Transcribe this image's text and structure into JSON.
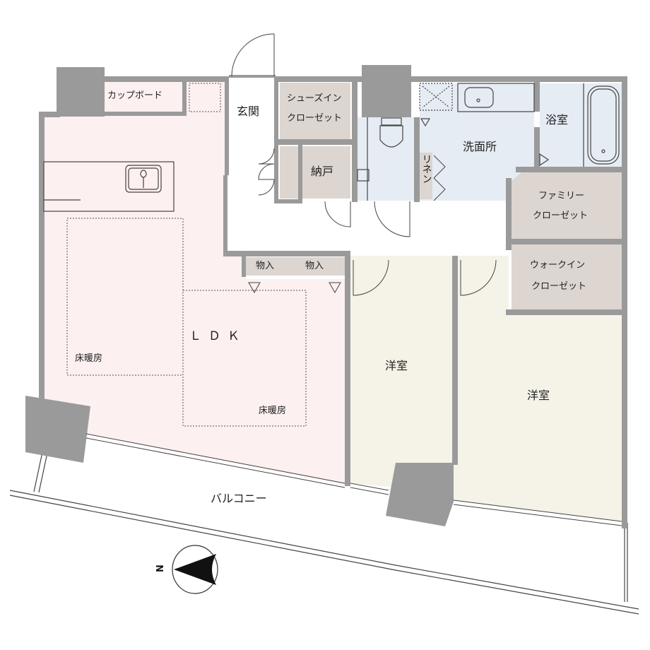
{
  "plan": {
    "colors": {
      "wall": "#9a9a9a",
      "ldk_floor": "#fdf0f0",
      "western_room_floor": "#f5f3e8",
      "wet_area_floor": "#e6ecf3",
      "closet_floor": "#dcd5d0",
      "hall_floor": "#ffffff",
      "outline": "#444444"
    },
    "rooms": {
      "ldk": {
        "label": "ＬＤＫ"
      },
      "floor_heating_1": {
        "label": "床暖房"
      },
      "floor_heating_2": {
        "label": "床暖房"
      },
      "cupboard": {
        "label": "カップボード"
      },
      "entrance": {
        "label": "玄関"
      },
      "shoes_in_closet": {
        "line1": "シューズイン",
        "line2": "クローゼット"
      },
      "storeroom": {
        "label": "納戸"
      },
      "washroom": {
        "label": "洗面所"
      },
      "bathroom": {
        "label": "浴室"
      },
      "linen": {
        "label": "リネン"
      },
      "family_closet": {
        "line1": "ファミリー",
        "line2": "クローゼット"
      },
      "walk_in_closet": {
        "line1": "ウォークイン",
        "line2": "クローゼット"
      },
      "storage_1": {
        "label": "物入"
      },
      "storage_2": {
        "label": "物入"
      },
      "western_room_1": {
        "label": "洋室"
      },
      "western_room_2": {
        "label": "洋室"
      },
      "balcony": {
        "label": "バルコニー"
      }
    },
    "compass": {
      "north_label": "N"
    }
  }
}
